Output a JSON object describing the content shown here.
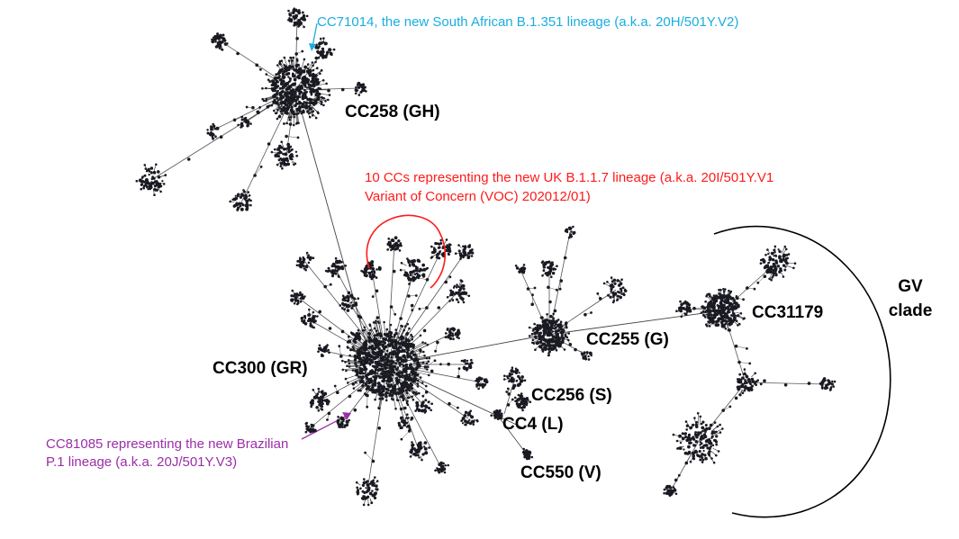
{
  "clusters": {
    "cc258": "CC258 (GH)",
    "cc300": "CC300 (GR)",
    "cc255": "CC255 (G)",
    "cc31179": "CC31179",
    "cc256": "CC256 (S)",
    "cc4": "CC4 (L)",
    "cc550": "CC550 (V)"
  },
  "gv_clade": {
    "line1": "GV",
    "line2": "clade"
  },
  "annotations": {
    "south_african": "CC71014, the new South African B.1.351 lineage (a.k.a. 20H/501Y.V2)",
    "uk_line1": "10 CCs representing the new UK B.1.1.7 lineage (a.k.a. 20I/501Y.V1",
    "uk_line2": "Variant of Concern (VOC) 202012/01)",
    "brazil_line1": "CC81085 representing the new Brazilian",
    "brazil_line2": "P.1 lineage (a.k.a. 20J/501Y.V3)"
  },
  "colors": {
    "south_african": "#19aee0",
    "uk": "#ff1a1a",
    "brazil": "#9a2ea7",
    "nodes": "#1a1a22"
  }
}
